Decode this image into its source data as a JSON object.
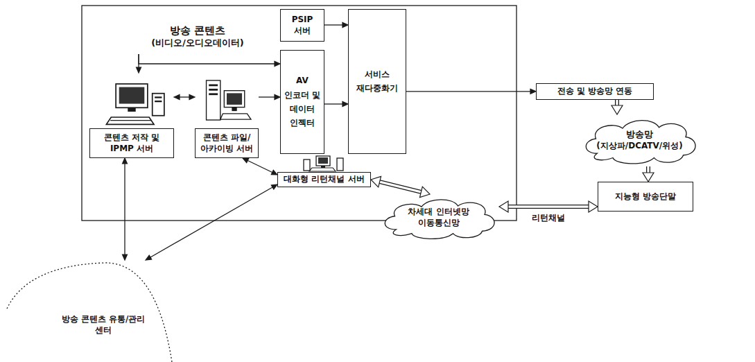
{
  "diagram": {
    "nodes": [
      {
        "text": [
          "방송 콘텐츠",
          "(비디오/오디오데이터)"
        ]
      },
      {
        "text": [
          "PSIP 서버"
        ]
      },
      {
        "text": [
          "AV 인코더 및 데이터 인젝터"
        ]
      },
      {
        "text": [
          "서비스 재다중화기"
        ]
      },
      {
        "text": [
          "콘텐츠 저작 및 IPMP 서버"
        ]
      },
      {
        "text": [
          "콘텐츠 파일/ 아카이빙 서버"
        ]
      },
      {
        "text": [
          "대화형 리턴채널 서버"
        ]
      },
      {
        "text": [
          "전송 및 방송망 연동"
        ]
      },
      {
        "text": [
          "방송망",
          "(지상파/DCATV/위성)"
        ]
      },
      {
        "text": [
          "지능형 방송단말"
        ]
      },
      {
        "text": [
          "차세대 인터넷망 이동통신망"
        ]
      },
      {
        "text": [
          "방송 콘텐츠 유통/관리 센터"
        ]
      }
    ],
    "edges": [
      {
        "from": 0,
        "to": 4,
        "arrow": "to"
      },
      {
        "from": 0,
        "to": 2,
        "arrow": "to"
      },
      {
        "from": 4,
        "to": 5,
        "arrow": "both"
      },
      {
        "from": 5,
        "to": 2,
        "arrow": "to"
      },
      {
        "from": 1,
        "to": 3,
        "arrow": "to"
      },
      {
        "from": 2,
        "to": 3,
        "arrow": "to"
      },
      {
        "from": 3,
        "to": 7,
        "arrow": "to"
      },
      {
        "from": 7,
        "to": 8,
        "arrow": "to"
      },
      {
        "from": 8,
        "to": 9,
        "arrow": "to"
      },
      {
        "from": 10,
        "to": 9,
        "label": "리턴채널",
        "arrow": "both"
      },
      {
        "from": 6,
        "to": 10,
        "arrow": "both"
      },
      {
        "from": 5,
        "to": 6,
        "arrow": "both"
      },
      {
        "from": 4,
        "to": 11,
        "arrow": "both"
      },
      {
        "from": 11,
        "to": 6,
        "arrow": "both"
      }
    ]
  }
}
